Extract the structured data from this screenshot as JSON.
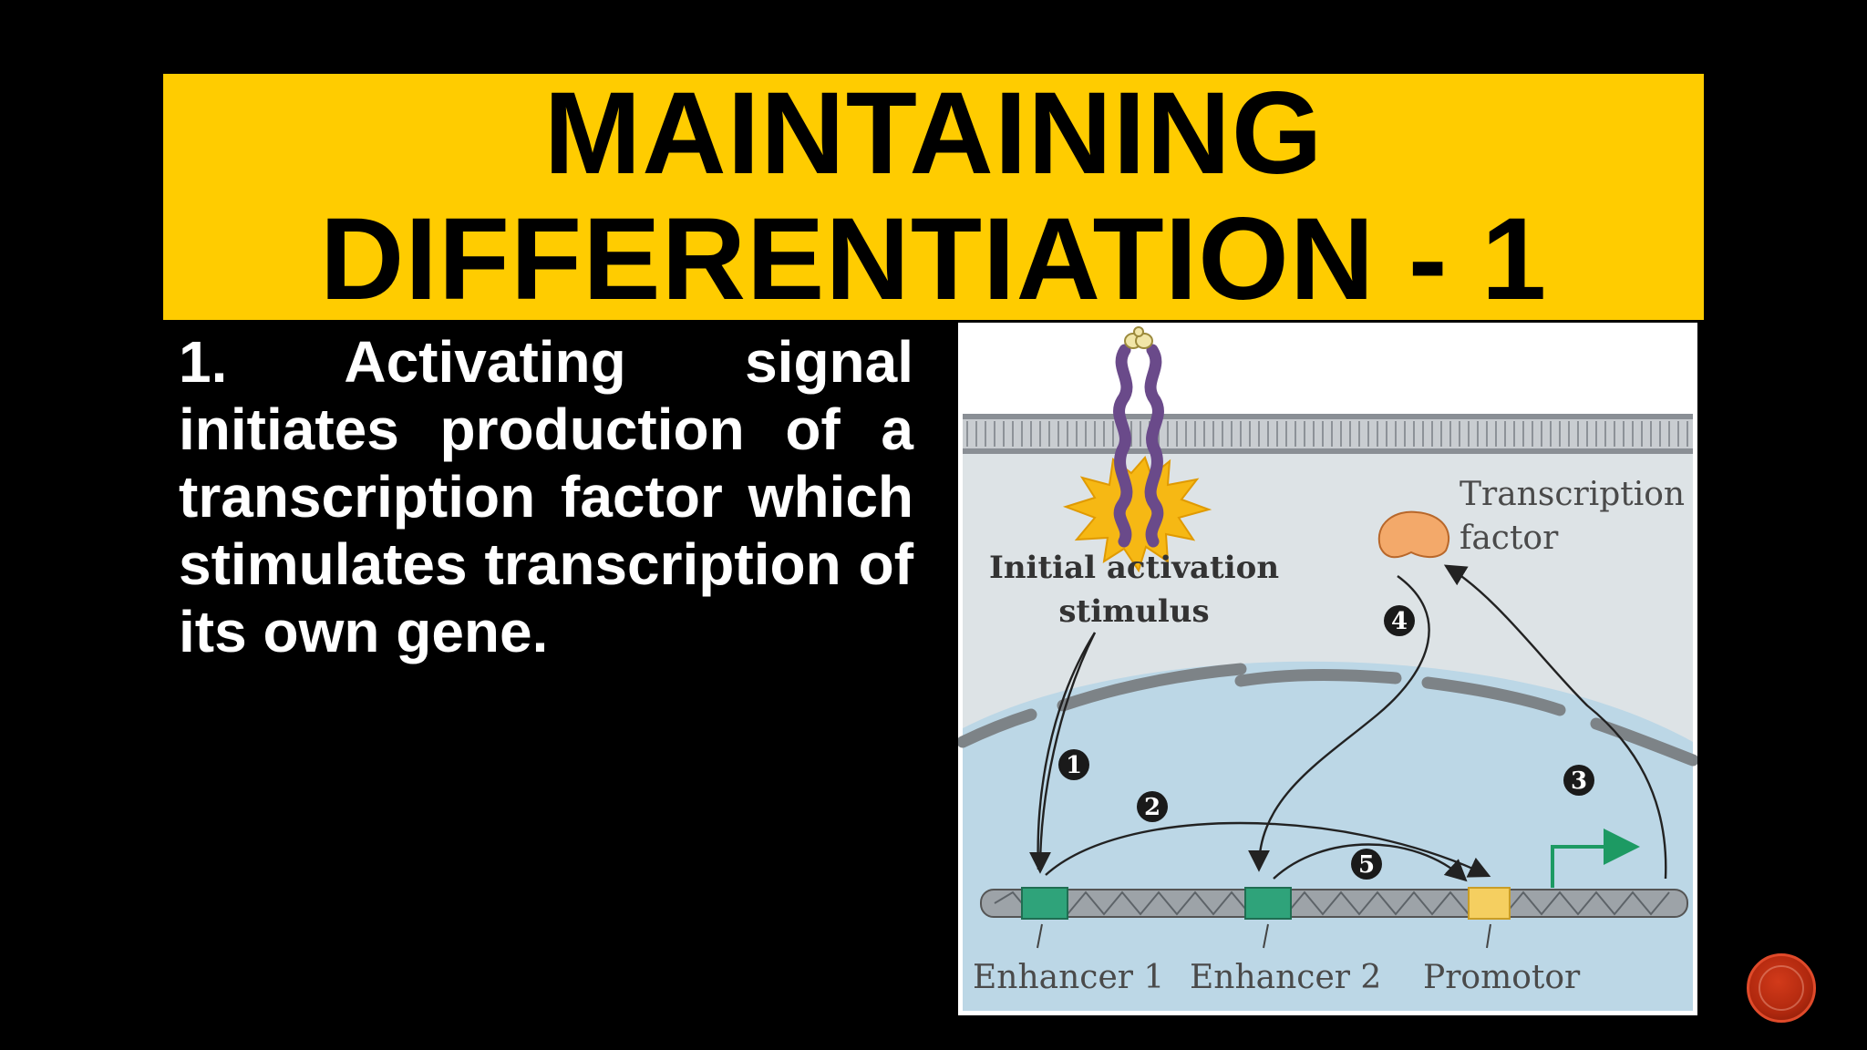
{
  "slide": {
    "title_lines": [
      "MAINTAINING",
      "DIFFERENTIATION - 1"
    ],
    "body": "1. Activating signal initiates production of a transcription factor which stimulates transcription of its own gene."
  },
  "figure": {
    "labels": {
      "transcription_factor": [
        "Transcription",
        "factor"
      ],
      "initial_activation": [
        "Initial activation",
        "stimulus"
      ],
      "enhancer_1": "Enhancer 1",
      "enhancer_2": "Enhancer 2",
      "promotor": "Promotor"
    },
    "step_numbers": [
      "1",
      "2",
      "3",
      "4",
      "5"
    ]
  },
  "colors": {
    "title_band": "#ffcc00",
    "slide_background": "#000000",
    "body_text": "#ffffff",
    "cytoplasm": "#dde3e6",
    "nucleus": "#bcd7e6",
    "enhancer": "#2fa37a",
    "promotor": "#f5cf60",
    "receptor": "#6a4a8a",
    "transcription_factor": "#f3a96a",
    "arrow_green": "#1d9a63"
  },
  "nav": {
    "icon": "next-slide-icon"
  }
}
